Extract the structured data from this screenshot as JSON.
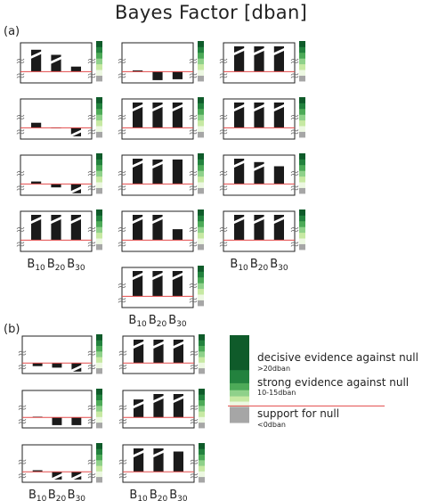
{
  "title": "Bayes Factor [dban]",
  "panel_labels": {
    "a": "(a)",
    "b": "(b)"
  },
  "colors": {
    "bar": "#1a1a1a",
    "threshold_line": "#e34a4a",
    "scale": [
      "#a6a6a6",
      "#edf8e2",
      "#c7e9a3",
      "#8fd18a",
      "#4daa58",
      "#23823e",
      "#0f5b2a"
    ]
  },
  "legend": {
    "decisive": "decisive evidence against null",
    "decisive_sub": ">20dban",
    "strong": "strong evidence against null",
    "strong_sub": "10-15dban",
    "support": "support for null",
    "support_sub": "<0dban"
  },
  "chart_data": [
    {
      "panel": "a",
      "type": "bar",
      "categories": [
        "B10",
        "B20",
        "B30"
      ],
      "ylabel": "",
      "threshold": 0,
      "plots": [
        {
          "values": [
            2.6,
            2.0,
            0.6
          ],
          "clipped": [
            true,
            true,
            false
          ]
        },
        {
          "values": [
            0.15,
            -1.0,
            -0.9
          ],
          "clipped": [
            false,
            false,
            false
          ]
        },
        {
          "values": [
            3.0,
            3.0,
            3.0
          ],
          "clipped": [
            true,
            true,
            true
          ]
        },
        {
          "values": [
            0.6,
            0.0,
            -1.0
          ],
          "clipped": [
            false,
            false,
            true
          ]
        },
        {
          "values": [
            3.0,
            3.0,
            3.0
          ],
          "clipped": [
            true,
            true,
            true
          ]
        },
        {
          "values": [
            3.0,
            3.0,
            3.0
          ],
          "clipped": [
            true,
            true,
            true
          ]
        },
        {
          "values": [
            0.3,
            -0.4,
            -1.1
          ],
          "clipped": [
            false,
            false,
            true
          ]
        },
        {
          "values": [
            3.0,
            2.9,
            2.9
          ],
          "clipped": [
            true,
            true,
            false
          ]
        },
        {
          "values": [
            3.0,
            2.6,
            2.1
          ],
          "clipped": [
            true,
            true,
            false
          ]
        },
        {
          "values": [
            3.0,
            3.0,
            3.0
          ],
          "clipped": [
            true,
            true,
            true
          ]
        },
        {
          "values": [
            3.0,
            3.0,
            1.3
          ],
          "clipped": [
            true,
            true,
            false
          ]
        },
        {
          "values": [
            3.0,
            3.0,
            3.0
          ],
          "clipped": [
            true,
            true,
            true
          ]
        },
        {
          "values": [
            3.0,
            3.0,
            3.0
          ],
          "clipped": [
            true,
            true,
            true
          ]
        }
      ]
    },
    {
      "panel": "b",
      "type": "bar",
      "categories": [
        "B10",
        "B20",
        "B30"
      ],
      "ylabel": "",
      "threshold": 0,
      "plots": [
        {
          "values": [
            -0.4,
            -0.6,
            -1.1
          ],
          "clipped": [
            false,
            false,
            true
          ]
        },
        {
          "values": [
            3.0,
            3.0,
            3.0
          ],
          "clipped": [
            true,
            true,
            true
          ]
        },
        {
          "values": [
            0.1,
            -1.0,
            -1.0
          ],
          "clipped": [
            false,
            false,
            false
          ]
        },
        {
          "values": [
            2.3,
            3.0,
            3.0
          ],
          "clipped": [
            true,
            true,
            true
          ]
        },
        {
          "values": [
            0.2,
            -1.0,
            -1.0
          ],
          "clipped": [
            false,
            true,
            true
          ]
        },
        {
          "values": [
            3.0,
            3.0,
            2.6
          ],
          "clipped": [
            true,
            true,
            false
          ]
        }
      ]
    }
  ]
}
